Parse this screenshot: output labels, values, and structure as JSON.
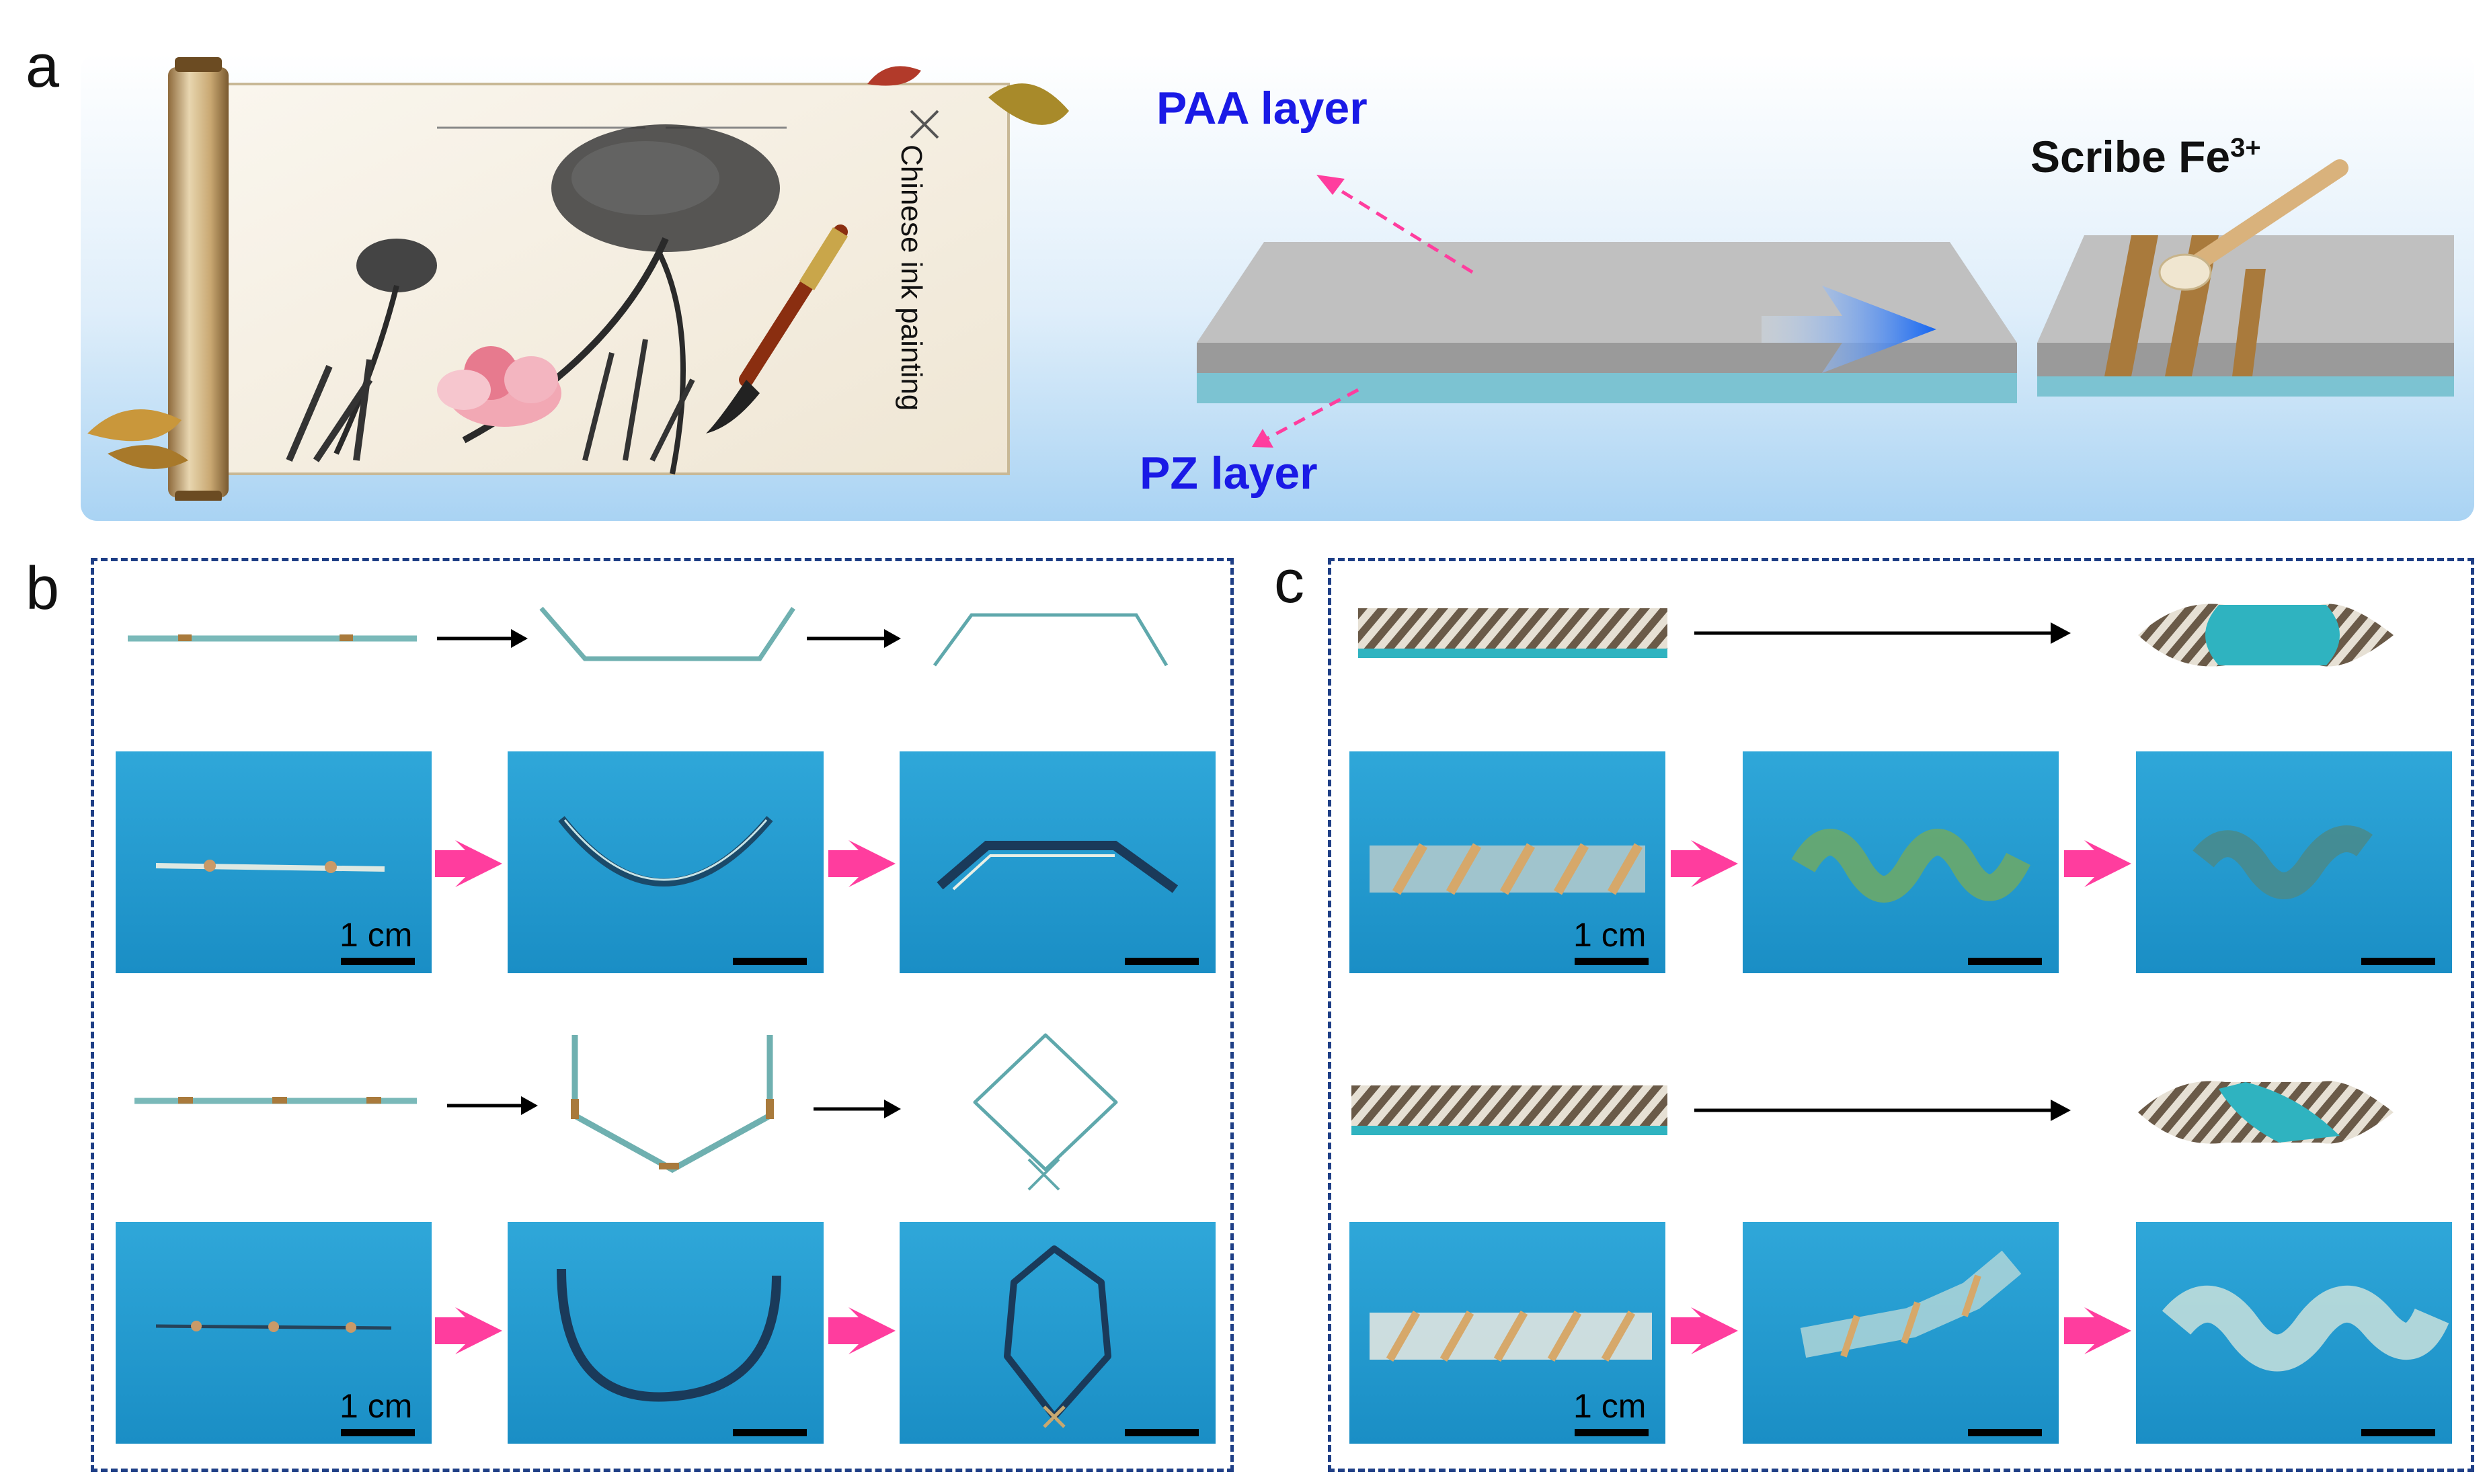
{
  "panels": {
    "a": "a",
    "b": "b",
    "c": "c"
  },
  "panel_a": {
    "scroll_caption": "Chinese ink painting",
    "paa_label": "PAA layer",
    "pz_label": "PZ layer",
    "scribe_label": "Scribe Fe",
    "scribe_sup": "3+"
  },
  "panel_b": {
    "scale_top": "1 cm",
    "scale_bottom": "1 cm"
  },
  "panel_c": {
    "scale_top": "1 cm",
    "scale_bottom": "1 cm"
  },
  "colors": {
    "pool_blue": "#1b9fd6",
    "paa_grey": "#b4b4b4",
    "pz_cyan": "#7cc3d2",
    "fe_brown": "#a97a3c",
    "arrow_pink": "#ff3d9e",
    "dash_blue": "#1f3f86",
    "label_blue": "#1a1ae6"
  }
}
